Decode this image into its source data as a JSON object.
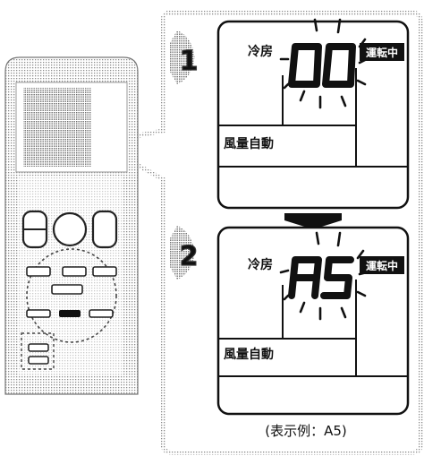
{
  "steps": [
    {
      "number": "1",
      "mode_label": "冷房",
      "code": "00",
      "status_badge": "運転中",
      "fan_label": "風量自動"
    },
    {
      "number": "2",
      "mode_label": "冷房",
      "code": "A5",
      "status_badge": "運転中",
      "fan_label": "風量自動"
    }
  ],
  "caption": "(表示例：A5)",
  "icons": [
    "remote-control-icon",
    "step-transition-arrow-icon",
    "blinking-rays-icon"
  ],
  "colors": {
    "ink": "#111111",
    "stipple": "#9a9a9a",
    "paper": "#ffffff"
  }
}
